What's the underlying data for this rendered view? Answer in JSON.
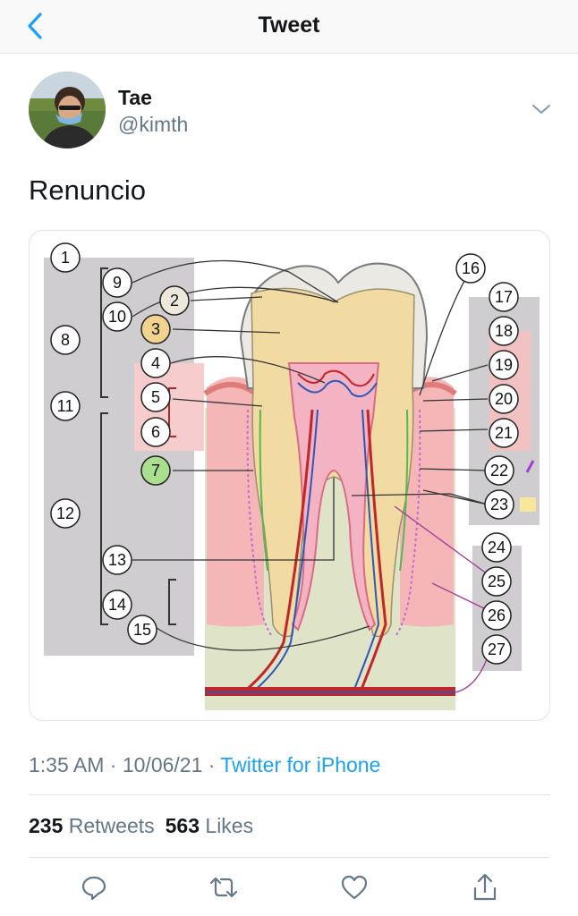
{
  "nav": {
    "title": "Tweet"
  },
  "author": {
    "name": "Tae",
    "handle": "@kimth"
  },
  "tweet": {
    "text": "Renuncio"
  },
  "diagram": {
    "labels": [
      "1",
      "2",
      "3",
      "4",
      "5",
      "6",
      "7",
      "8",
      "9",
      "10",
      "11",
      "12",
      "13",
      "14",
      "15",
      "16",
      "17",
      "18",
      "19",
      "20",
      "21",
      "22",
      "23",
      "24",
      "25",
      "26",
      "27"
    ]
  },
  "meta": {
    "time": "1:35 AM",
    "date": "10/06/21",
    "source": "Twitter for iPhone",
    "separator": " · "
  },
  "stats": {
    "retweets_count": "235",
    "retweets_label": "Retweets",
    "likes_count": "563",
    "likes_label": "Likes"
  },
  "colors": {
    "accent": "#1da1f2",
    "muted": "#657786",
    "text": "#14171a"
  },
  "icons": {
    "back": "chevron-left-icon",
    "more": "chevron-down-icon",
    "reply": "reply-icon",
    "retweet": "retweet-icon",
    "like": "heart-icon",
    "share": "share-icon"
  }
}
